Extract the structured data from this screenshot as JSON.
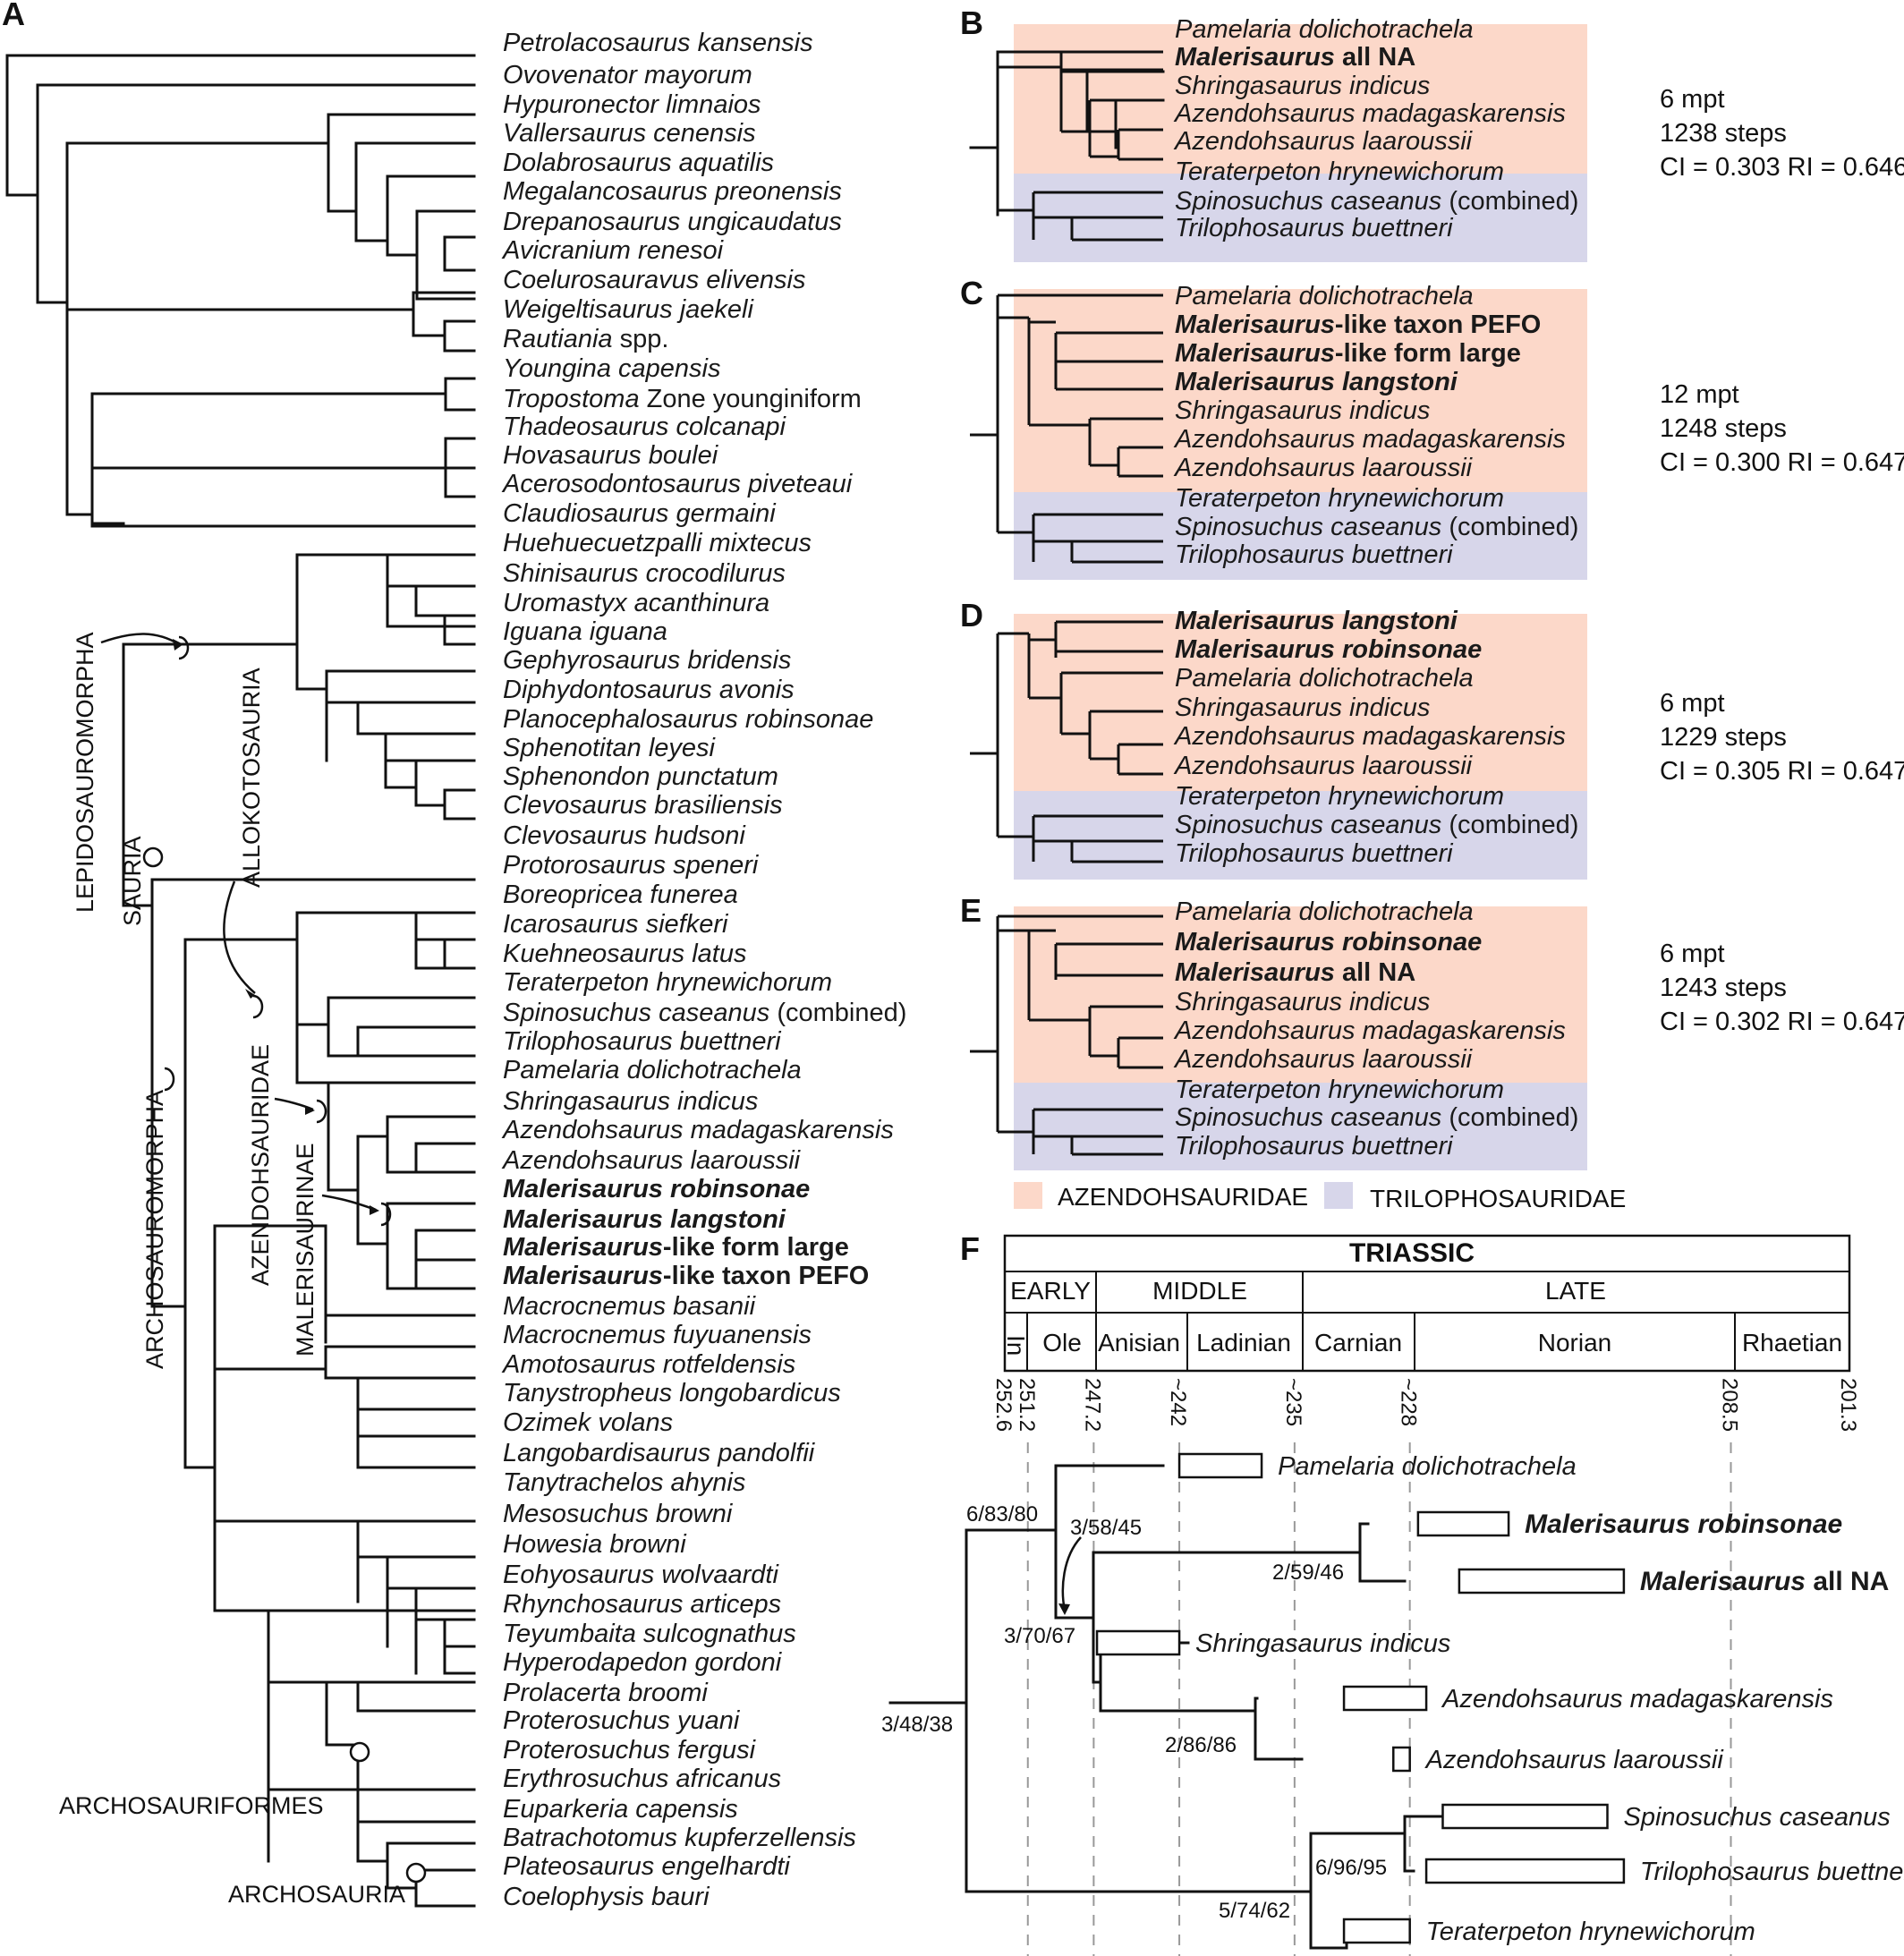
{
  "colors": {
    "azendohsauridae_fill": "#fcd8c9",
    "trilophosauridae_fill": "#d7d6ea",
    "line": "#111111"
  },
  "panel_a": {
    "label": "A",
    "taxa": [
      {
        "name": "Petrolacosaurus kansensis"
      },
      {
        "name": "Ovovenator mayorum"
      },
      {
        "name": "Hypuronector limnaios"
      },
      {
        "name": "Vallersaurus cenensis"
      },
      {
        "name": "Dolabrosaurus aquatilis"
      },
      {
        "name": "Megalancosaurus preonensis"
      },
      {
        "name": "Drepanosaurus ungicaudatus"
      },
      {
        "name": "Avicranium renesoi"
      },
      {
        "name": "Coelurosauravus elivensis"
      },
      {
        "name": "Weigeltisaurus jaekeli"
      },
      {
        "name": "Rautiania",
        "suffix": " spp."
      },
      {
        "name": "Youngina capensis"
      },
      {
        "name": "Tropostoma",
        "suffix": " Zone younginiform"
      },
      {
        "name": "Thadeosaurus colcanapi"
      },
      {
        "name": "Hovasaurus boulei"
      },
      {
        "name": "Acerosodontosaurus piveteaui"
      },
      {
        "name": "Claudiosaurus germaini"
      },
      {
        "name": "Huehuecuetzpalli mixtecus"
      },
      {
        "name": "Shinisaurus crocodilurus"
      },
      {
        "name": "Uromastyx acanthinura"
      },
      {
        "name": "Iguana iguana"
      },
      {
        "name": "Gephyrosaurus bridensis"
      },
      {
        "name": "Diphydontosaurus avonis"
      },
      {
        "name": "Planocephalosaurus robinsonae"
      },
      {
        "name": "Sphenotitan leyesi"
      },
      {
        "name": "Sphenondon punctatum"
      },
      {
        "name": "Clevosaurus brasiliensis"
      },
      {
        "name": "Clevosaurus hudsoni"
      },
      {
        "name": "Protorosaurus speneri"
      },
      {
        "name": "Boreopricea funerea"
      },
      {
        "name": "Icarosaurus siefkeri"
      },
      {
        "name": "Kuehneosaurus latus"
      },
      {
        "name": "Teraterpeton hrynewichorum"
      },
      {
        "name": "Spinosuchus caseanus",
        "suffix": " (combined)"
      },
      {
        "name": "Trilophosaurus buettneri"
      },
      {
        "name": "Pamelaria dolichotrachela"
      },
      {
        "name": "Shringasaurus indicus"
      },
      {
        "name": "Azendohsaurus madagaskarensis"
      },
      {
        "name": "Azendohsaurus laaroussii"
      },
      {
        "name": "Malerisaurus robinsonae",
        "bold": true
      },
      {
        "name": "Malerisaurus langstoni",
        "bold": true
      },
      {
        "name": "Malerisaurus",
        "suffix": "-like form large",
        "bold": true
      },
      {
        "name": "Malerisaurus",
        "suffix": "-like taxon PEFO",
        "bold": true
      },
      {
        "name": "Macrocnemus basanii"
      },
      {
        "name": "Macrocnemus fuyuanensis"
      },
      {
        "name": "Amotosaurus rotfeldensis"
      },
      {
        "name": "Tanystropheus longobardicus"
      },
      {
        "name": "Ozimek volans"
      },
      {
        "name": "Langobardisaurus pandolfii"
      },
      {
        "name": "Tanytrachelos ahynis"
      },
      {
        "name": "Mesosuchus browni"
      },
      {
        "name": "Howesia browni"
      },
      {
        "name": "Eohyosaurus wolvaardti"
      },
      {
        "name": "Rhynchosaurus articeps"
      },
      {
        "name": "Teyumbaita sulcognathus"
      },
      {
        "name": "Hyperodapedon gordoni"
      },
      {
        "name": "Prolacerta broomi"
      },
      {
        "name": "Proterosuchus yuani"
      },
      {
        "name": "Proterosuchus fergusi"
      },
      {
        "name": "Erythrosuchus africanus"
      },
      {
        "name": "Euparkeria capensis"
      },
      {
        "name": "Batrachotomus kupferzellensis"
      },
      {
        "name": "Plateosaurus engelhardti"
      },
      {
        "name": "Coelophysis bauri"
      }
    ],
    "clades": {
      "lepidosauromorpha": "LEPIDOSAUROMORPHA",
      "sauria": "SAURIA",
      "allokotosauria": "ALLOKOTOSAURIA",
      "archosauromorpha": "ARCHOSAUROMORPHA",
      "azendohsauridae": "AZENDOHSAURIDAE",
      "malerisaurinae": "MALERISAURINAE",
      "archosauriformes": "ARCHOSAURIFORMES",
      "archosauria": "ARCHOSAURIA"
    }
  },
  "panel_b": {
    "label": "B",
    "taxa": [
      {
        "name": "Pamelaria dolichotrachela"
      },
      {
        "name": "Malerisaurus",
        "suffix": " all NA",
        "bold": true
      },
      {
        "name": "Shringasaurus indicus"
      },
      {
        "name": "Azendohsaurus madagaskarensis"
      },
      {
        "name": "Azendohsaurus laaroussii"
      },
      {
        "name": "Teraterpeton hrynewichorum"
      },
      {
        "name": "Spinosuchus caseanus",
        "suffix": " (combined)"
      },
      {
        "name": "Trilophosaurus buettneri"
      }
    ],
    "stats": [
      "6 mpt",
      "1238 steps",
      "CI = 0.303 RI = 0.646"
    ]
  },
  "panel_c": {
    "label": "C",
    "taxa": [
      {
        "name": "Pamelaria dolichotrachela"
      },
      {
        "name": "Malerisaurus",
        "suffix": "-like taxon PEFO",
        "bold": true
      },
      {
        "name": "Malerisaurus",
        "suffix": "-like form large",
        "bold": true
      },
      {
        "name": "Malerisaurus langstoni",
        "bold": true
      },
      {
        "name": "Shringasaurus indicus"
      },
      {
        "name": "Azendohsaurus madagaskarensis"
      },
      {
        "name": "Azendohsaurus laaroussii"
      },
      {
        "name": "Teraterpeton hrynewichorum"
      },
      {
        "name": "Spinosuchus caseanus",
        "suffix": " (combined)"
      },
      {
        "name": "Trilophosaurus buettneri"
      }
    ],
    "stats": [
      "12 mpt",
      "1248 steps",
      "CI = 0.300 RI = 0.647"
    ]
  },
  "panel_d": {
    "label": "D",
    "taxa": [
      {
        "name": "Malerisaurus langstoni",
        "bold": true
      },
      {
        "name": "Malerisaurus robinsonae",
        "bold": true
      },
      {
        "name": "Pamelaria dolichotrachela"
      },
      {
        "name": "Shringasaurus indicus"
      },
      {
        "name": "Azendohsaurus madagaskarensis"
      },
      {
        "name": "Azendohsaurus laaroussii"
      },
      {
        "name": "Teraterpeton hrynewichorum"
      },
      {
        "name": "Spinosuchus caseanus",
        "suffix": " (combined)"
      },
      {
        "name": "Trilophosaurus buettneri"
      }
    ],
    "stats": [
      "6 mpt",
      "1229 steps",
      "CI = 0.305 RI = 0.647"
    ]
  },
  "panel_e": {
    "label": "E",
    "taxa": [
      {
        "name": "Pamelaria dolichotrachela"
      },
      {
        "name": "Malerisaurus robinsonae",
        "bold": true
      },
      {
        "name": "Malerisaurus",
        "suffix": " all NA",
        "bold": true
      },
      {
        "name": "Shringasaurus indicus"
      },
      {
        "name": "Azendohsaurus madagaskarensis"
      },
      {
        "name": "Azendohsaurus laaroussii"
      },
      {
        "name": "Teraterpeton hrynewichorum"
      },
      {
        "name": "Spinosuchus caseanus",
        "suffix": " (combined)"
      },
      {
        "name": "Trilophosaurus buettneri"
      }
    ],
    "stats": [
      "6 mpt",
      "1243 steps",
      "CI = 0.302 RI = 0.647"
    ]
  },
  "legend": {
    "azendohsauridae": "AZENDOHSAURIDAE",
    "trilophosauridae": "TRILOPHOSAURIDAE"
  },
  "panel_f": {
    "label": "F",
    "period": "TRIASSIC",
    "epochs": [
      "EARLY",
      "MIDDLE",
      "LATE"
    ],
    "stages": [
      "In",
      "Ole",
      "Anisian",
      "Ladinian",
      "Carnian",
      "Norian",
      "Rhaetian"
    ],
    "ticks": [
      "252.6",
      "251.2",
      "247.2",
      "~242",
      "~235",
      "~228",
      "208.5",
      "201.3"
    ],
    "taxa": [
      {
        "name": "Pamelaria dolichotrachela",
        "range_ma": [
          242,
          237
        ]
      },
      {
        "name": "Malerisaurus robinsonae",
        "bold": true,
        "range_ma": [
          227.5,
          222
        ]
      },
      {
        "name": "Malerisaurus",
        "suffix": " all NA",
        "bold": true,
        "range_ma": [
          225,
          215
        ]
      },
      {
        "name": "Shringasaurus indicus",
        "range_ma": [
          247,
          242
        ]
      },
      {
        "name": "Azendohsaurus madagaskarensis",
        "range_ma": [
          232,
          227
        ]
      },
      {
        "name": "Azendohsaurus laaroussii",
        "range_ma": [
          229,
          228
        ]
      },
      {
        "name": "Spinosuchus caseanus",
        "range_ma": [
          226,
          216
        ]
      },
      {
        "name": "Trilophosaurus buettneri",
        "range_ma": [
          227,
          215
        ]
      },
      {
        "name": "Teraterpeton hrynewichorum",
        "range_ma": [
          232,
          228
        ]
      }
    ],
    "supports": [
      "3/48/38",
      "6/83/80",
      "3/58/45",
      "2/59/46",
      "3/70/67",
      "2/86/86",
      "6/96/95",
      "5/74/62"
    ]
  }
}
